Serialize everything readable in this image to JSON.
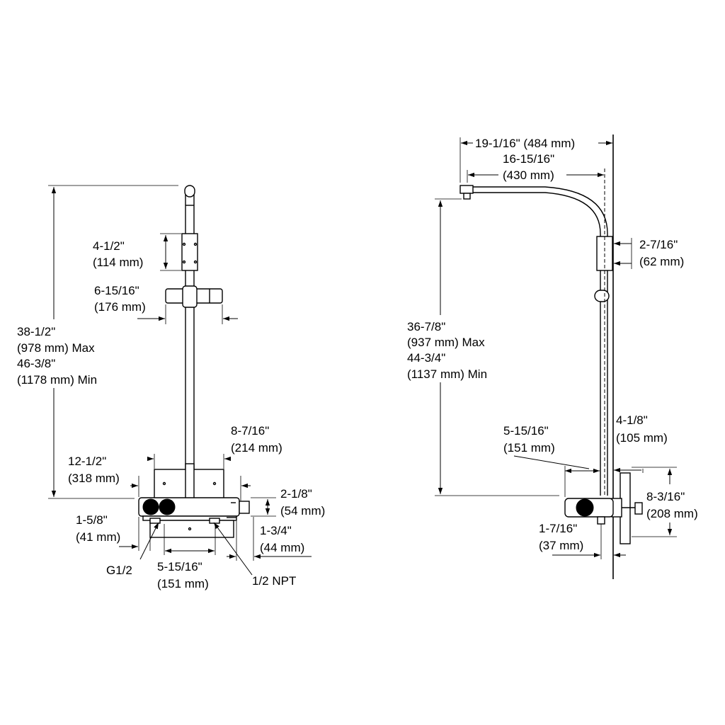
{
  "front": {
    "height_total": {
      "l1": "38-1/2\"",
      "l2": "(978 mm) Max",
      "l3": "46-3/8\"",
      "l4": "(1178 mm) Min"
    },
    "bracket_spacing": {
      "l1": "4-1/2\"",
      "l2": "(114 mm)"
    },
    "holder_width": {
      "l1": "6-15/16\"",
      "l2": "(176 mm)"
    },
    "plate_width": {
      "l1": "12-1/2\"",
      "l2": "(318 mm)"
    },
    "plate_height": {
      "l1": "8-7/16\"",
      "l2": "(214 mm)"
    },
    "spout_height": {
      "l1": "2-1/8\"",
      "l2": "(54 mm)"
    },
    "left_offset": {
      "l1": "1-5/8\"",
      "l2": "(41 mm)"
    },
    "right_offset": {
      "l1": "1-3/4\"",
      "l2": "(44 mm)"
    },
    "inlet_spacing": {
      "l1": "5-15/16\"",
      "l2": "(151 mm)"
    },
    "thread_left": "G1/2",
    "thread_right": "1/2 NPT"
  },
  "side": {
    "total_reach": "19-1/16\" (484 mm)",
    "arm_reach": {
      "l1": "16-15/16\"",
      "l2": "(430 mm)"
    },
    "clamp_height": {
      "l1": "2-7/16\"",
      "l2": "(62 mm)"
    },
    "height_total": {
      "l1": "36-7/8\"",
      "l2": "(937 mm) Max",
      "l3": "44-3/4\"",
      "l4": "(1137 mm) Min"
    },
    "inlet_spacing": {
      "l1": "5-15/16\"",
      "l2": "(151 mm)"
    },
    "wall_offset": {
      "l1": "4-1/8\"",
      "l2": "(105 mm)"
    },
    "mount_height": {
      "l1": "8-3/16\"",
      "l2": "(208 mm)"
    },
    "base_depth": {
      "l1": "1-7/16\"",
      "l2": "(37 mm)"
    }
  }
}
